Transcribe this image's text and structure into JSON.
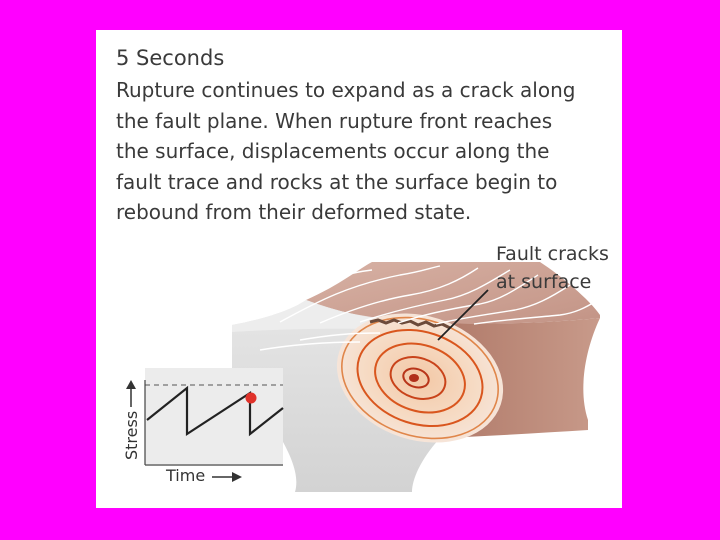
{
  "heading": "5 Seconds",
  "description": "Rupture continues to expand as a crack along the fault plane. When rupture front reaches the surface, displacements occur along the fault trace and rocks at the surface begin to rebound from their deformed state.",
  "callout": {
    "line1": "Fault cracks",
    "line2": "at surface"
  },
  "inset_graph": {
    "y_label": "Stress",
    "x_label": "Time"
  },
  "colors": {
    "background": "#ff00ff",
    "rock_top": "#caa59a",
    "rock_side": "#b98676",
    "block_front": "#dcdcdc",
    "contour": "#d9561e",
    "marker": "#e0322a"
  }
}
